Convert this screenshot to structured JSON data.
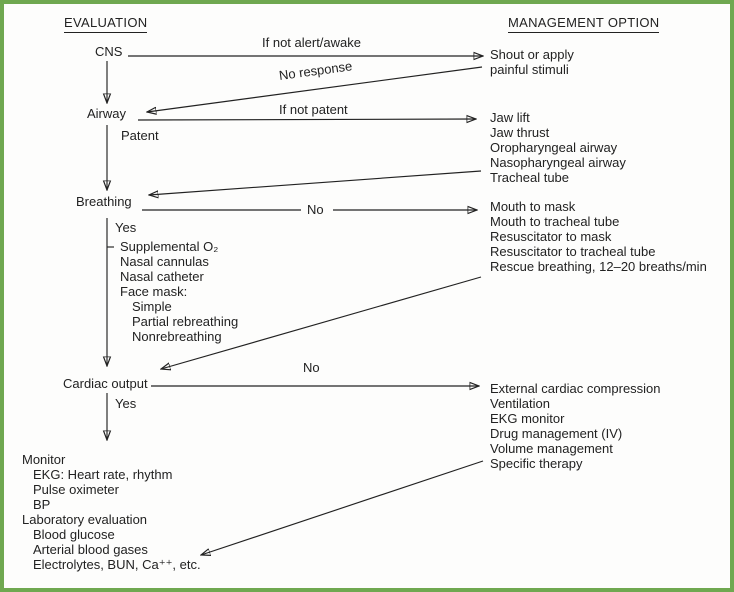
{
  "palette": {
    "border_green": "#6fa850",
    "ink": "#222222"
  },
  "headers": {
    "evaluation": "EVALUATION",
    "management": "MANAGEMENT OPTION"
  },
  "nodes": {
    "cns": "CNS",
    "airway": "Airway",
    "breathing": "Breathing",
    "cardiac": "Cardiac output"
  },
  "edge_labels": {
    "if_not_alert": "If not alert/awake",
    "no_response": "No response",
    "if_not_patent": "If not patent",
    "patent": "Patent",
    "breathing_yes": "Yes",
    "breathing_no": "No",
    "cardiac_yes": "Yes",
    "cardiac_no": "No"
  },
  "management_options": {
    "cns": [
      "Shout or apply",
      "painful stimuli"
    ],
    "airway": [
      "Jaw lift",
      "Jaw thrust",
      "Oropharyngeal airway",
      "Nasopharyngeal airway",
      "Tracheal tube"
    ],
    "breathing": [
      "Mouth to mask",
      "Mouth to tracheal tube",
      "Resuscitator to mask",
      "Resuscitator to tracheal tube",
      "Rescue breathing, 12–20 breaths/min"
    ],
    "cardiac": [
      "External cardiac compression",
      "Ventilation",
      "EKG monitor",
      "Drug management (IV)",
      "Volume management",
      "Specific therapy"
    ]
  },
  "breathing_yes_options": [
    "Supplemental O₂",
    "Nasal cannulas",
    "Nasal catheter",
    "Face mask:",
    "Simple",
    "Partial rebreathing",
    "Nonrebreathing"
  ],
  "monitor_section": [
    "Monitor",
    "EKG: Heart rate, rhythm",
    "Pulse oximeter",
    "BP",
    "Laboratory evaluation",
    "Blood glucose",
    "Arterial blood gases",
    "Electrolytes, BUN, Ca⁺⁺, etc."
  ]
}
